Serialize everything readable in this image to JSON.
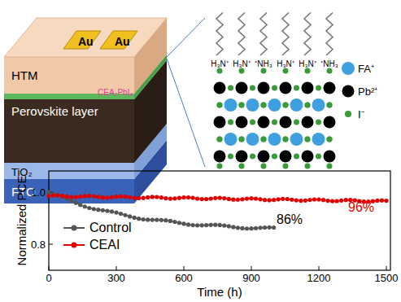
{
  "diagram": {
    "nodes": [
      {
        "text": [
          "Au"
        ]
      },
      {
        "text": [
          "Au"
        ]
      },
      {
        "text": [
          "HTM"
        ]
      },
      {
        "text": [
          "CEA₂PbI₄"
        ]
      },
      {
        "text": [
          "Perovskite layer"
        ]
      },
      {
        "text": [
          "TiO₂"
        ]
      },
      {
        "text": [
          "FTO"
        ]
      }
    ],
    "edges": [],
    "labels": [
      "H₃N⁺",
      "H₃N⁺",
      "⁺NH₃",
      "H₃N⁺",
      "H₃N⁺",
      "⁺NH₃",
      "Normalized PCE",
      "Time (h)",
      "0",
      "300",
      "600",
      "900",
      "1200",
      "1500",
      "1.0",
      "0.8",
      "86%",
      "96%"
    ],
    "legend": [
      {
        "text": "FA⁺",
        "color": "#3fa0e0"
      },
      {
        "text": "Pb²⁺",
        "color": "#000000"
      },
      {
        "text": "I⁻",
        "color": "#3a9a3a"
      },
      {
        "text": "Control"
      },
      {
        "text": "CEAI"
      }
    ]
  }
}
